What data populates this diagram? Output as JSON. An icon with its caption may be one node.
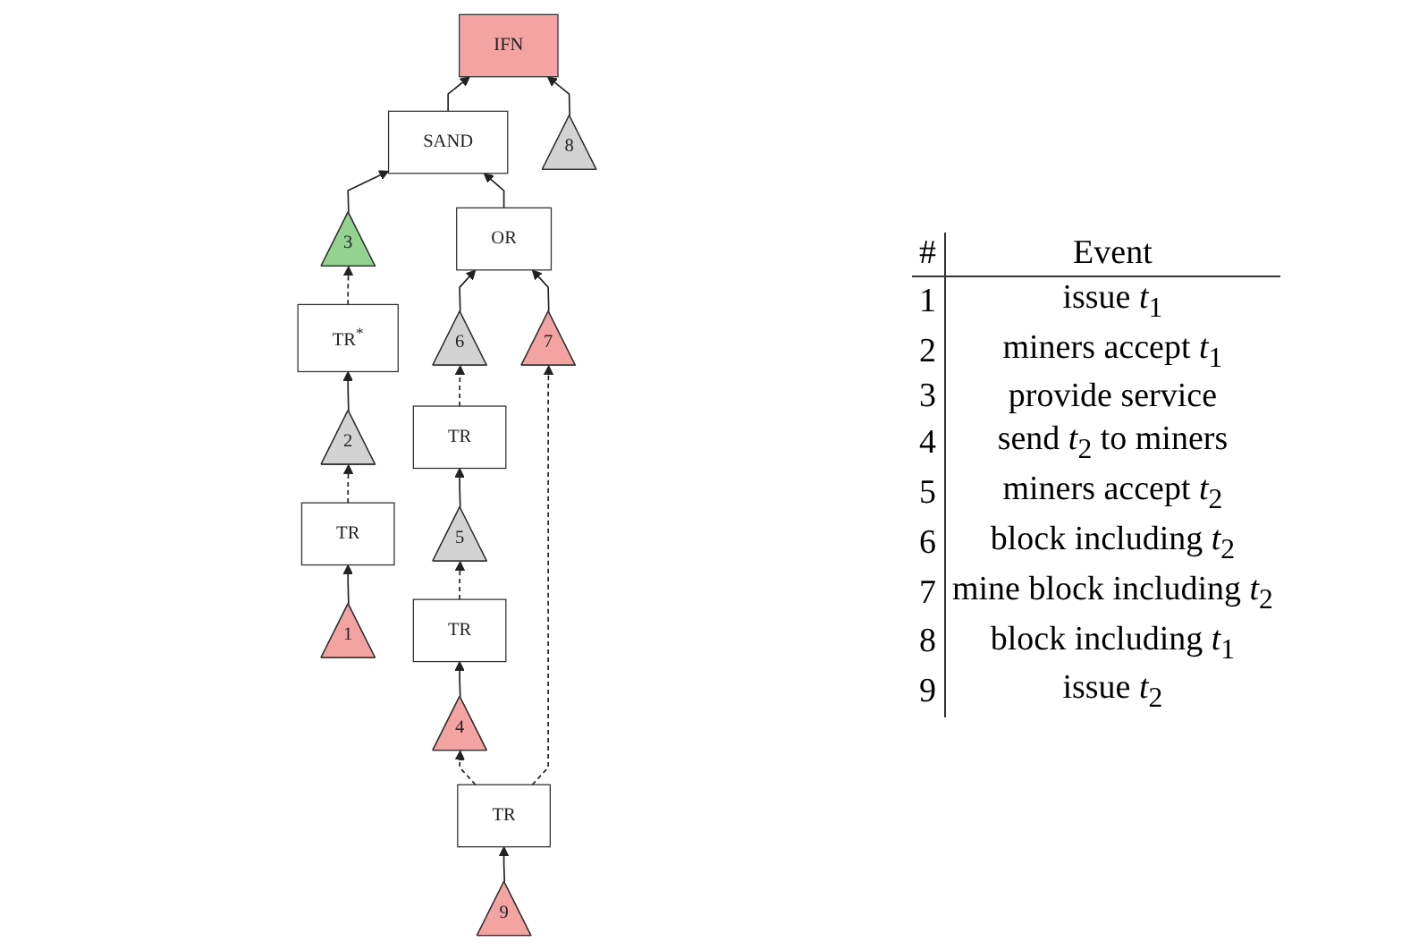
{
  "diagram": {
    "nodes": [
      {
        "text": [
          "IFN"
        ]
      },
      {
        "text": [
          "SAND"
        ]
      },
      {
        "text": [
          "8"
        ]
      },
      {
        "text": [
          "3"
        ]
      },
      {
        "text": [
          "OR"
        ]
      },
      {
        "text": [
          "TR$^{*}$"
        ]
      },
      {
        "text": [
          "6"
        ]
      },
      {
        "text": [
          "7"
        ]
      },
      {
        "text": [
          "2"
        ]
      },
      {
        "text": [
          "TR"
        ]
      },
      {
        "text": [
          "TR"
        ]
      },
      {
        "text": [
          "5"
        ]
      },
      {
        "text": [
          "1"
        ]
      },
      {
        "text": [
          "TR"
        ]
      },
      {
        "text": [
          "4"
        ]
      },
      {
        "text": [
          "TR"
        ]
      },
      {
        "text": [
          "9"
        ]
      }
    ],
    "edges": [
      {
        "from": 1,
        "to": 0,
        "arrow": "to"
      },
      {
        "from": 2,
        "to": 0,
        "arrow": "to"
      },
      {
        "from": 3,
        "to": 1,
        "arrow": "to"
      },
      {
        "from": 4,
        "to": 1,
        "arrow": "to"
      },
      {
        "from": 5,
        "to": 3,
        "arrow": "to",
        "style": "dashed"
      },
      {
        "from": 6,
        "to": 4,
        "arrow": "to"
      },
      {
        "from": 7,
        "to": 4,
        "arrow": "to"
      },
      {
        "from": 8,
        "to": 5,
        "arrow": "to"
      },
      {
        "from": 9,
        "to": 6,
        "arrow": "to",
        "style": "dashed"
      },
      {
        "from": 10,
        "to": 8,
        "arrow": "to",
        "style": "dashed"
      },
      {
        "from": 11,
        "to": 9,
        "arrow": "to"
      },
      {
        "from": 12,
        "to": 10,
        "arrow": "to"
      },
      {
        "from": 13,
        "to": 11,
        "arrow": "to",
        "style": "dashed"
      },
      {
        "from": 14,
        "to": 13,
        "arrow": "to"
      },
      {
        "from": 15,
        "to": 14,
        "arrow": "to",
        "style": "dashed"
      },
      {
        "from": 15,
        "to": 7,
        "arrow": "to",
        "style": "dashed"
      },
      {
        "from": 16,
        "to": 15,
        "arrow": "to"
      }
    ],
    "labels": [
      "#",
      "Event",
      "1",
      "issue *t*$_{1}$",
      "2",
      "miners accept *t*$_{1}$",
      "3",
      "provide service",
      "4",
      "send *t*$_{2}$ to miners",
      "5",
      "miners accept *t*$_{2}$",
      "6",
      "block including *t*$_{2}$",
      "7",
      "mine block including *t*$_{2}$",
      "8",
      "block including *t*$_{1}$",
      "9",
      "issue *t*$_{2}$"
    ]
  }
}
